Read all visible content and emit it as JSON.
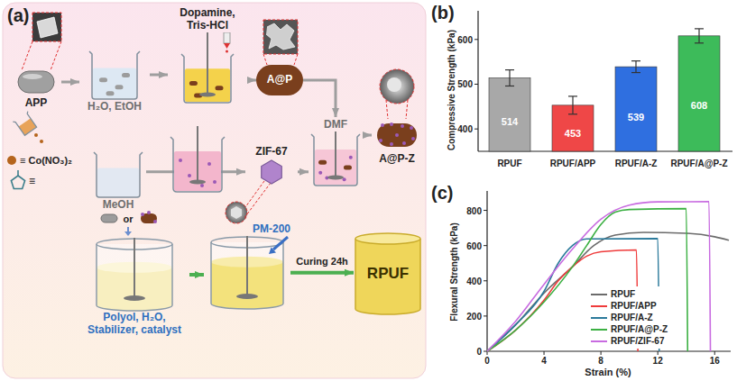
{
  "diagram": {
    "nodes": [
      {
        "text": [
          "APP"
        ]
      },
      {
        "text": [
          "H₂O, EtOH"
        ]
      },
      {
        "text": [
          "Dopamine, Tris-HCl"
        ]
      },
      {
        "text": [
          "A@P"
        ]
      },
      {
        "text": [
          "DMF"
        ]
      },
      {
        "text": [
          "A@P-Z"
        ]
      },
      {
        "text": [
          "MeOH"
        ]
      },
      {
        "text": [
          "ZIF-67"
        ]
      },
      {
        "text": [
          "Polyol, H₂O, Stabilizer, catalyst"
        ]
      },
      {
        "text": [
          "PM-200"
        ]
      },
      {
        "text": [
          "RPUF"
        ]
      }
    ],
    "edges": [
      {
        "from": 0,
        "to": 1,
        "arrow": "to"
      },
      {
        "from": 1,
        "to": 2,
        "arrow": "to"
      },
      {
        "from": 2,
        "to": 3,
        "arrow": "to"
      },
      {
        "from": 3,
        "to": 4,
        "arrow": "to"
      },
      {
        "from": 4,
        "to": 5,
        "arrow": "to"
      },
      {
        "from": 6,
        "to": 7,
        "arrow": "to"
      },
      {
        "from": 7,
        "to": 4,
        "arrow": "to"
      },
      {
        "from": 8,
        "to": 9,
        "arrow": "to"
      },
      {
        "from": 9,
        "to": 10,
        "label": "Curing 24h",
        "arrow": "to"
      }
    ],
    "labels": [
      "(a)",
      "≡ Co(NO₃)₂",
      "≡",
      "or",
      "(b)",
      "Compressive Strength (kPa)",
      "400",
      "500",
      "600",
      "514",
      "453",
      "539",
      "608",
      "RPUF",
      "RPUF/APP",
      "RPUF/A-Z",
      "RPUF/A@P-Z",
      "(c)",
      "Flexural Strength (kPa)",
      "0",
      "200",
      "400",
      "600",
      "800",
      "0",
      "4",
      "8",
      "12",
      "16",
      "Strain (%)"
    ],
    "legend": [
      {
        "text": "RPUF"
      },
      {
        "text": "RPUF/APP"
      },
      {
        "text": "RPUF/A-Z"
      },
      {
        "text": "RPUF/A@P-Z"
      },
      {
        "text": "RPUF/ZIF-67"
      }
    ]
  }
}
